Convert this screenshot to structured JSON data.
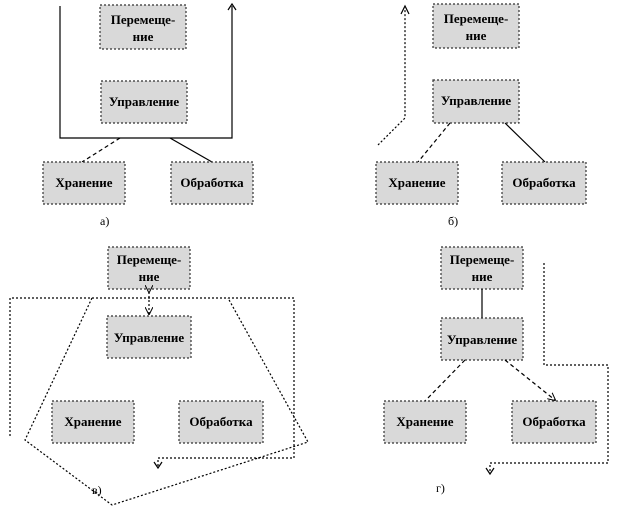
{
  "blocks": {
    "move_line1": "Перемеще-",
    "move_line2": "ние",
    "control": "Управление",
    "storage": "Хранение",
    "processing": "Обработка"
  },
  "captions": {
    "a": "a)",
    "b": "б)",
    "c": "в)",
    "d": "г)"
  }
}
